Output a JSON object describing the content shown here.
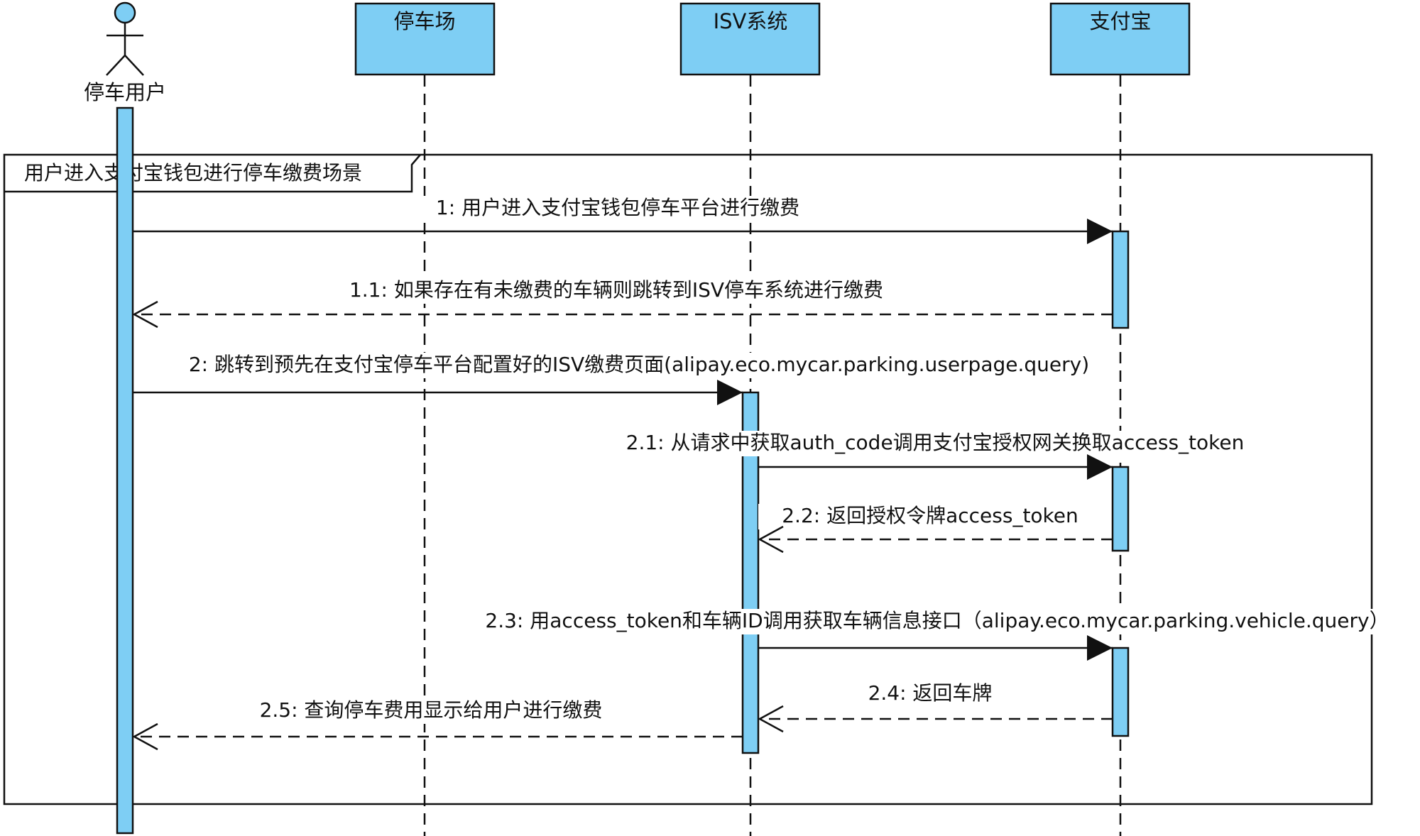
{
  "actor": {
    "label": "停车用户"
  },
  "participants": [
    {
      "id": "parking",
      "label": "停车场"
    },
    {
      "id": "isv",
      "label": "ISV系统"
    },
    {
      "id": "alipay",
      "label": "支付宝"
    }
  ],
  "frame": {
    "label": "用户进入支付宝钱包进行停车缴费场景"
  },
  "messages": [
    {
      "id": "m1",
      "text": "1: 用户进入支付宝钱包停车平台进行缴费",
      "kind": "call"
    },
    {
      "id": "m1_1",
      "text": "1.1: 如果存在有未缴费的车辆则跳转到ISV停车系统进行缴费",
      "kind": "return"
    },
    {
      "id": "m2",
      "text": "2: 跳转到预先在支付宝停车平台配置好的ISV缴费页面(alipay.eco.mycar.parking.userpage.query)",
      "kind": "call"
    },
    {
      "id": "m2_1",
      "text": "2.1: 从请求中获取auth_code调用支付宝授权网关换取access_token",
      "kind": "call"
    },
    {
      "id": "m2_2",
      "text": "2.2: 返回授权令牌access_token",
      "kind": "return"
    },
    {
      "id": "m2_3",
      "text": "2.3: 用access_token和车辆ID调用获取车辆信息接口（alipay.eco.mycar.parking.vehicle.query）",
      "kind": "call"
    },
    {
      "id": "m2_4",
      "text": "2.4: 返回车牌",
      "kind": "return"
    },
    {
      "id": "m2_5",
      "text": "2.5: 查询停车费用显示给用户进行缴费",
      "kind": "return"
    }
  ],
  "colors": {
    "participant_fill": "#7ecef4",
    "activation_fill": "#7ecef4",
    "line": "#111111",
    "background": "#ffffff"
  }
}
